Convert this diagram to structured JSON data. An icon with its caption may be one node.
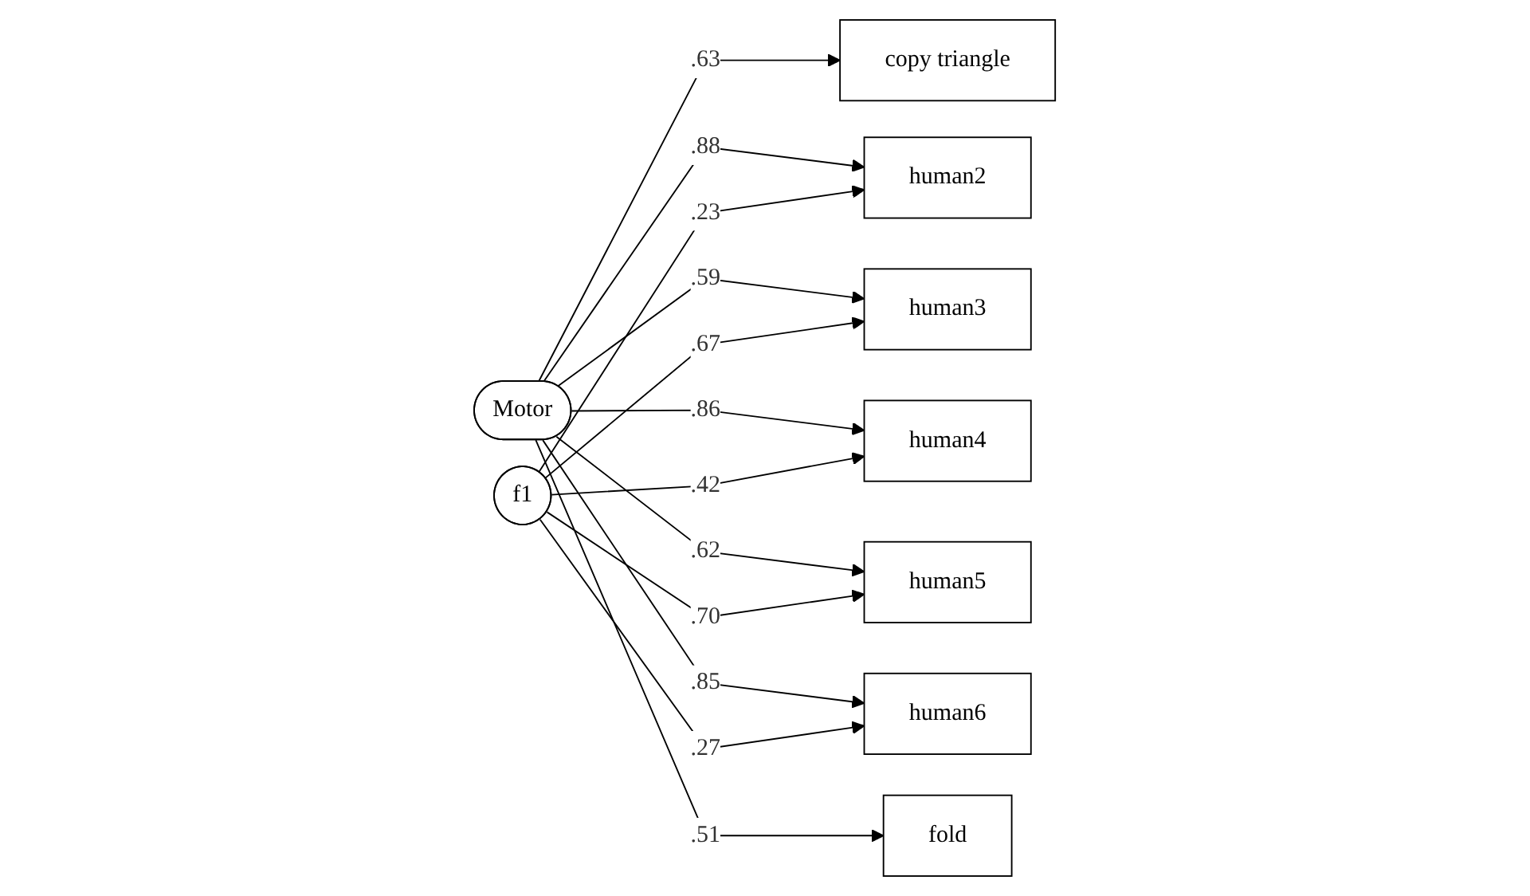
{
  "diagram": {
    "nodes": [
      {
        "text": [
          "Motor"
        ]
      },
      {
        "text": [
          "copy triangle"
        ]
      },
      {
        "text": [
          "human2"
        ]
      },
      {
        "text": [
          "human3"
        ]
      },
      {
        "text": [
          "human4"
        ]
      },
      {
        "text": [
          "human5"
        ]
      },
      {
        "text": [
          "human6"
        ]
      },
      {
        "text": [
          "fold"
        ]
      },
      {
        "text": [
          "f1"
        ]
      }
    ],
    "edges": [
      {
        "from": 0,
        "to": 1,
        "arrow": "to",
        "label": ".63"
      },
      {
        "from": 0,
        "to": 2,
        "arrow": "to",
        "label": ".88"
      },
      {
        "from": 0,
        "to": 3,
        "arrow": "to",
        "label": ".59"
      },
      {
        "from": 0,
        "to": 4,
        "arrow": "to",
        "label": ".86"
      },
      {
        "from": 0,
        "to": 5,
        "arrow": "to",
        "label": ".62"
      },
      {
        "from": 0,
        "to": 6,
        "arrow": "to",
        "label": ".85"
      },
      {
        "from": 0,
        "to": 7,
        "arrow": "to",
        "label": ".51"
      },
      {
        "from": 8,
        "to": 2,
        "arrow": "to",
        "label": ".23"
      },
      {
        "from": 8,
        "to": 3,
        "arrow": "to",
        "label": ".67"
      },
      {
        "from": 8,
        "to": 4,
        "arrow": "to",
        "label": ".42"
      },
      {
        "from": 8,
        "to": 5,
        "arrow": "to",
        "label": ".70"
      },
      {
        "from": 8,
        "to": 6,
        "arrow": "to",
        "label": ".27"
      }
    ]
  }
}
